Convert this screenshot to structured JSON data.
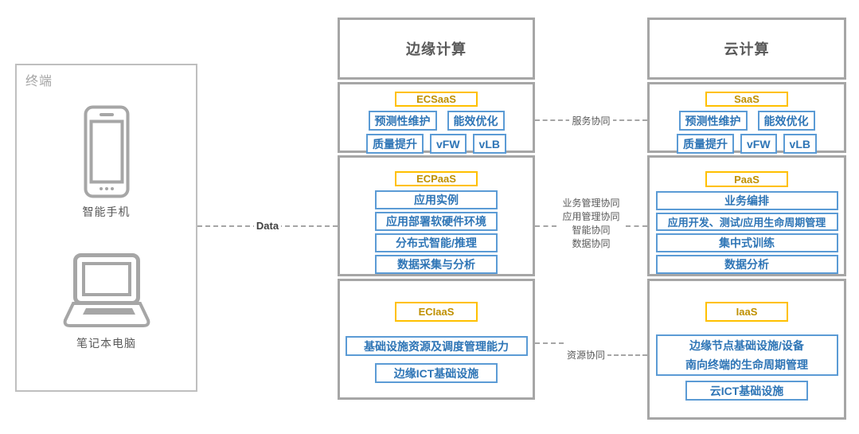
{
  "colors": {
    "frame_gray": "#a6a6a6",
    "terminal_border_gray": "#bfbfbf",
    "yellow_border": "#FFC000",
    "yellow_text": "#BF9000",
    "blue_border": "#5B9BD5",
    "blue_text": "#2E75B6",
    "title_text": "#595959",
    "connector_text": "#595959",
    "data_text": "#404040"
  },
  "terminal": {
    "label": "终端",
    "devices": [
      {
        "label": "智能手机",
        "icon": "smartphone-icon"
      },
      {
        "label": "笔记本电脑",
        "icon": "laptop-icon"
      }
    ]
  },
  "edge": {
    "title": "边缘计算",
    "saas": {
      "tag": "ECSaaS",
      "row1": [
        "预测性维护",
        "能效优化"
      ],
      "row2": [
        "质量提升",
        "vFW",
        "vLB"
      ]
    },
    "paas": {
      "tag": "ECPaaS",
      "items": [
        "应用实例",
        "应用部署软硬件环境",
        "分布式智能/推理",
        "数据采集与分析"
      ]
    },
    "iaas": {
      "tag": "ECIaaS",
      "items": [
        "基础设施资源及调度管理能力",
        "边缘ICT基础设施"
      ]
    }
  },
  "cloud": {
    "title": "云计算",
    "saas": {
      "tag": "SaaS",
      "row1": [
        "预测性维护",
        "能效优化"
      ],
      "row2": [
        "质量提升",
        "vFW",
        "vLB"
      ]
    },
    "paas": {
      "tag": "PaaS",
      "items": [
        "业务编排",
        "应用开发、测试/应用生命周期管理",
        "集中式训练",
        "数据分析"
      ]
    },
    "iaas": {
      "tag": "IaaS",
      "big_box_lines": [
        "边缘节点基础设施/设备",
        "南向终端的生命周期管理"
      ],
      "item": "云ICT基础设施"
    }
  },
  "connectors": {
    "data": "Data",
    "service": "服务协同",
    "management": [
      "业务管理协同",
      "应用管理协同",
      "智能协同",
      "数据协同"
    ],
    "resource": "资源协同"
  }
}
